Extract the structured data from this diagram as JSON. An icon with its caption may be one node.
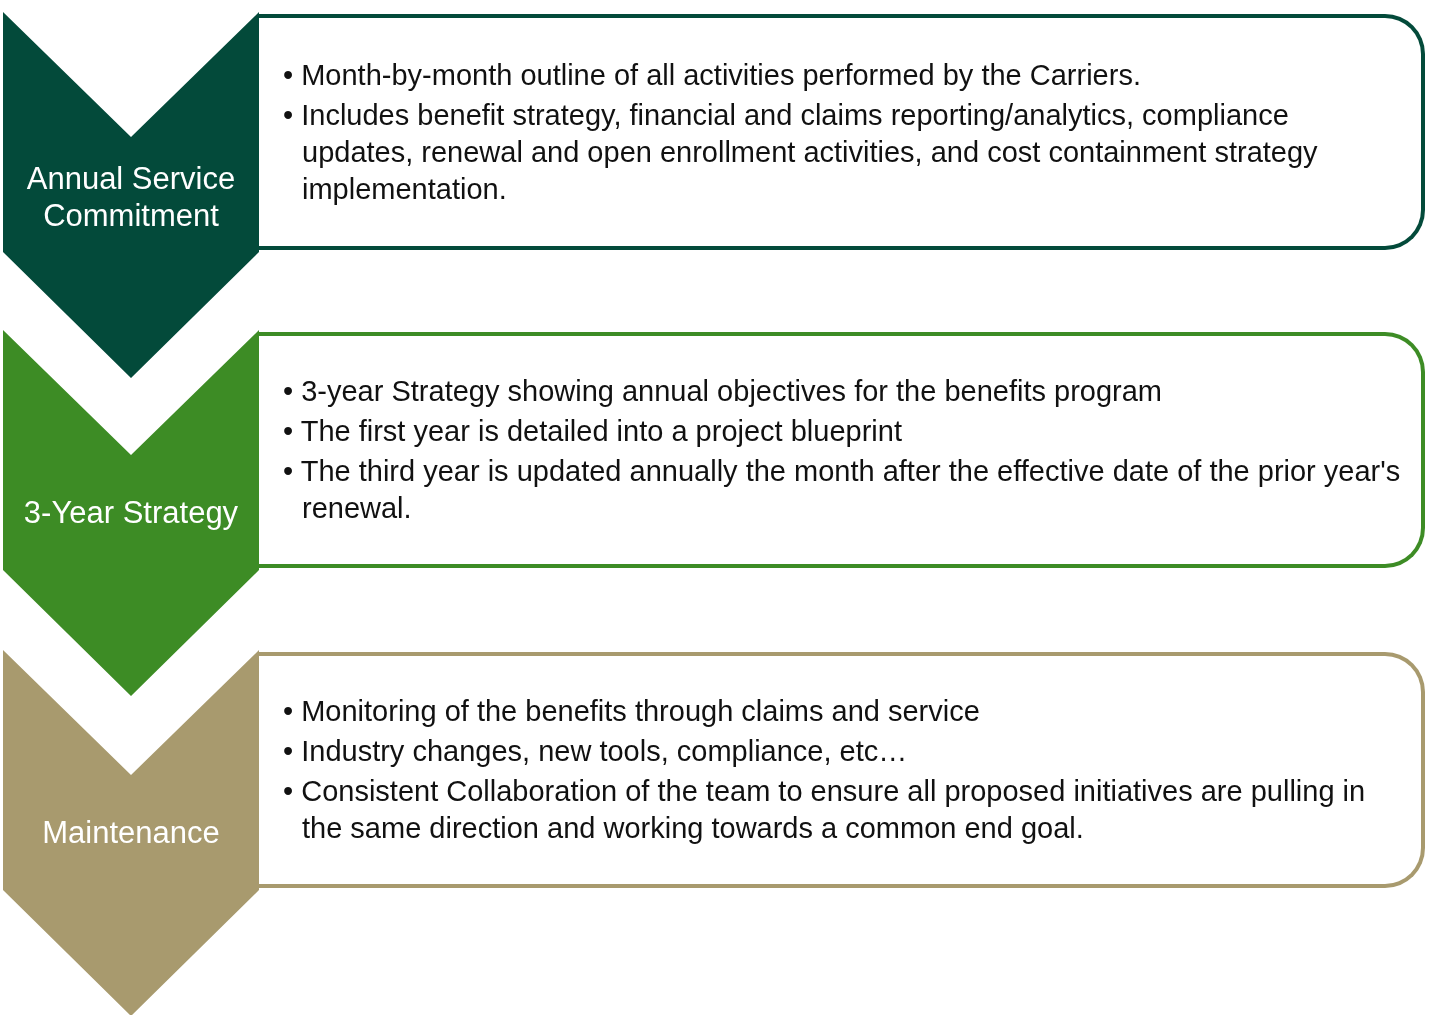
{
  "diagram": {
    "nodes": [
      {
        "text": [
          "Annual Service Commitment"
        ]
      },
      {
        "text": [
          "• Month-by-month outline of all activities performed by the Carriers.",
          "• Includes benefit strategy, financial and claims reporting/analytics, compliance updates, renewal and open enrollment activities, and cost containment strategy implementation."
        ]
      },
      {
        "text": [
          "3-Year Strategy"
        ]
      },
      {
        "text": [
          "• 3-year Strategy showing annual objectives for the benefits program",
          "• The first year is detailed into a project blueprint",
          "• The third year is updated annually the month after the effective date of the prior year's renewal."
        ]
      },
      {
        "text": [
          "Maintenance"
        ]
      },
      {
        "text": [
          "• Monitoring of the benefits through claims and service",
          "• Industry changes, new tools, compliance, etc…",
          "• Consistent Collaboration of the team to ensure all proposed initiatives are pulling in the same direction and working towards a common end goal."
        ]
      }
    ]
  }
}
